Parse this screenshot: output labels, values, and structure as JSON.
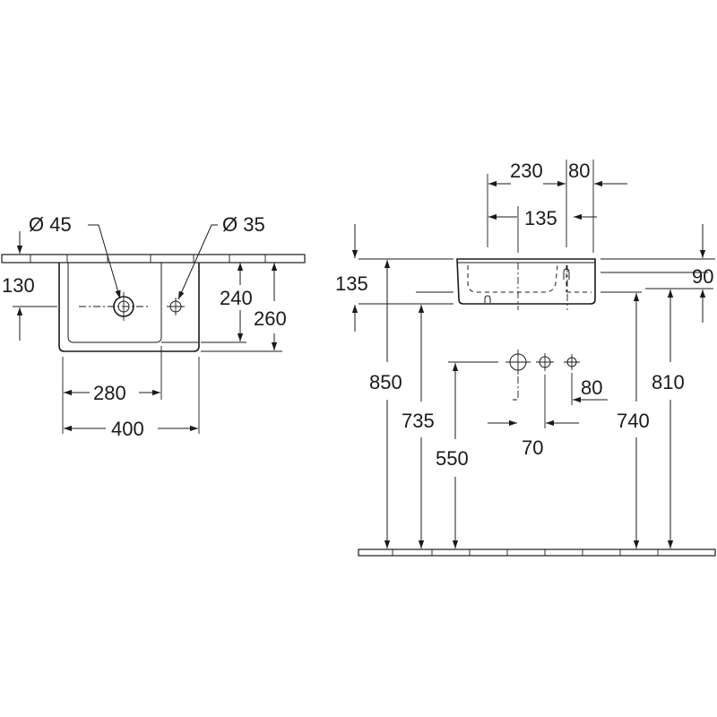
{
  "plan_view": {
    "diameter_large": "Ø 45",
    "diameter_small": "Ø 35",
    "depth_130": "130",
    "inner_depth_240": "240",
    "outer_depth_260": "260",
    "inner_width_280": "280",
    "outer_width_400": "400"
  },
  "front_view": {
    "width_230": "230",
    "offset_80_top": "80",
    "tap_135": "135",
    "height_135": "135",
    "height_90": "90",
    "height_850": "850",
    "height_810": "810",
    "height_735": "735",
    "height_740": "740",
    "height_550": "550",
    "spacing_80": "80",
    "spacing_70": "70"
  }
}
